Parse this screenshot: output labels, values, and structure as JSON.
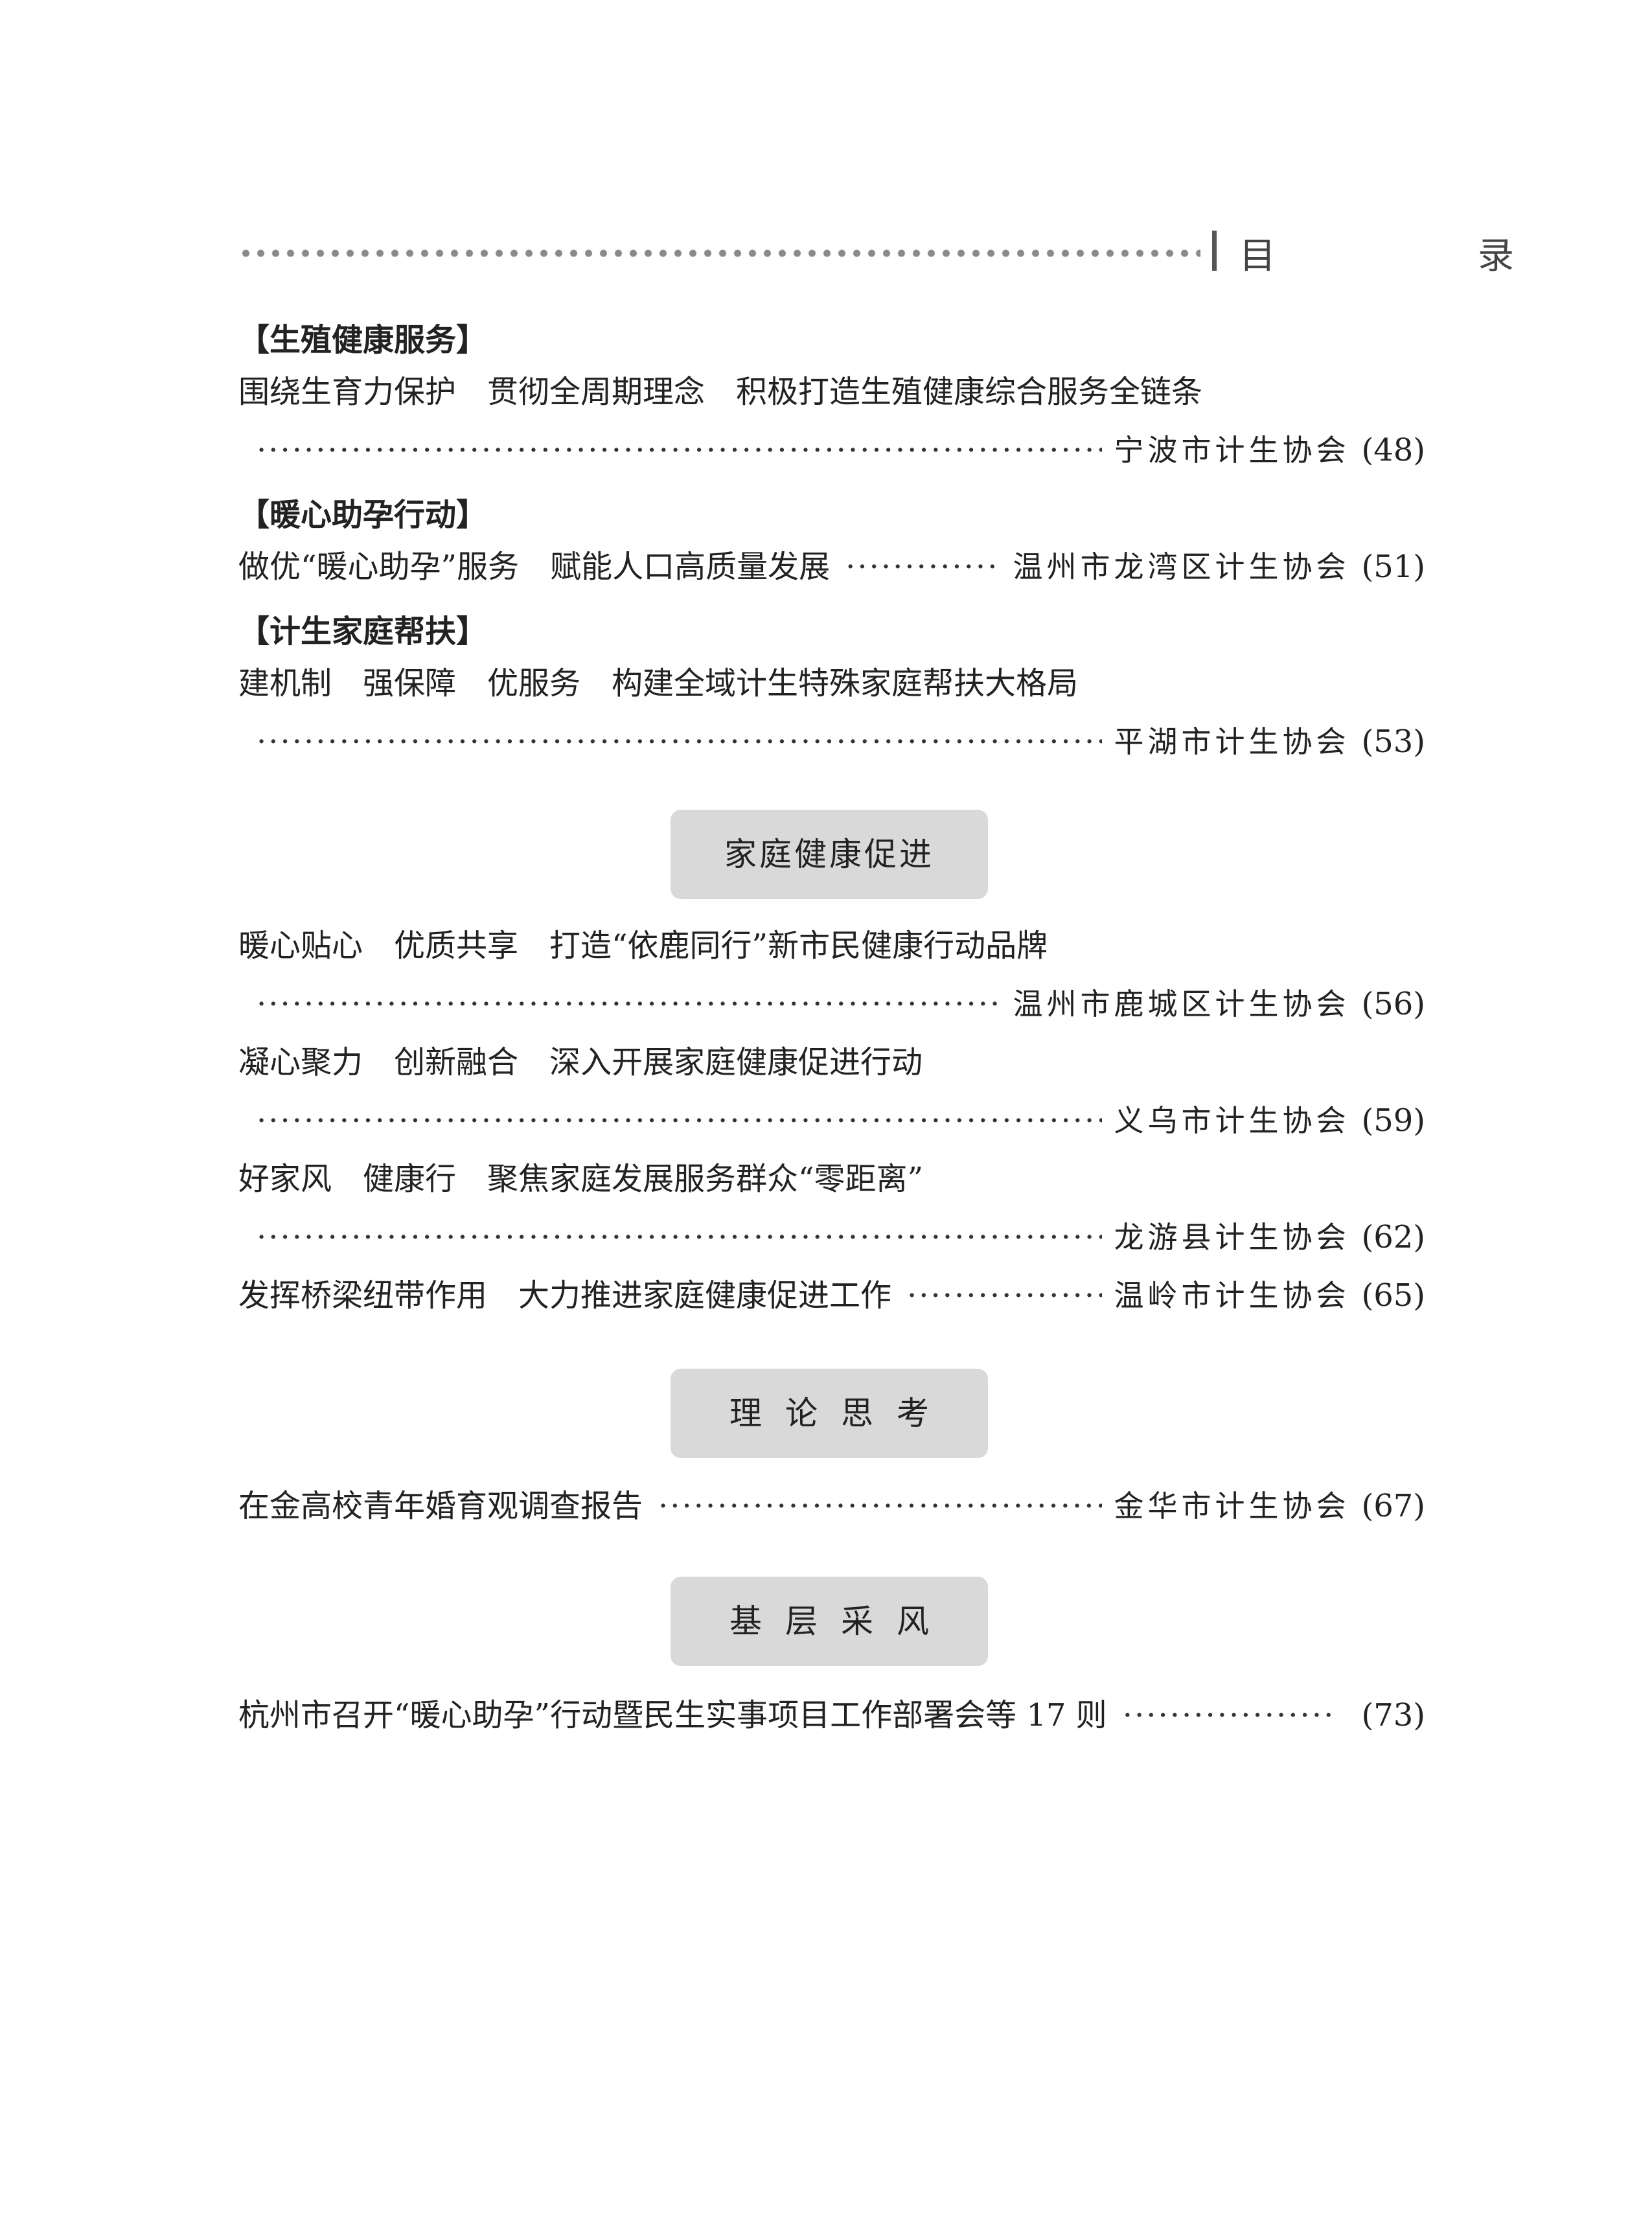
{
  "header": {
    "title": "目　录"
  },
  "sections": [
    {
      "label": "【生殖健康服务】",
      "entries": [
        {
          "title": "围绕生育力保护　贯彻全周期理念　积极打造生殖健康综合服务全链条",
          "author": "宁波市计生协会",
          "page": "(48)"
        }
      ]
    },
    {
      "label": "【暖心助孕行动】",
      "entries": [
        {
          "title": "做优“暖心助孕”服务　赋能人口高质量发展",
          "author": "温州市龙湾区计生协会",
          "page": "(51)"
        }
      ]
    },
    {
      "label": "【计生家庭帮扶】",
      "entries": [
        {
          "title": "建机制　强保障　优服务　构建全域计生特殊家庭帮扶大格局",
          "author": "平湖市计生协会",
          "page": "(53)"
        }
      ]
    }
  ],
  "banners": [
    {
      "label": "家庭健康促进",
      "entries": [
        {
          "title": "暖心贴心　优质共享　打造“依鹿同行”新市民健康行动品牌",
          "author": "温州市鹿城区计生协会",
          "page": "(56)"
        },
        {
          "title": "凝心聚力　创新融合　深入开展家庭健康促进行动",
          "author": "义乌市计生协会",
          "page": "(59)"
        },
        {
          "title": "好家风　健康行　聚焦家庭发展服务群众“零距离”",
          "author": "龙游县计生协会",
          "page": "(62)"
        },
        {
          "title": "发挥桥梁纽带作用　大力推进家庭健康促进工作",
          "author": "温岭市计生协会",
          "page": "(65)"
        }
      ]
    },
    {
      "label": "理论思考",
      "entries": [
        {
          "title": "在金高校青年婚育观调查报告",
          "author": "金华市计生协会",
          "page": "(67)"
        }
      ]
    },
    {
      "label": "基层采风",
      "entries": [
        {
          "title": "杭州市召开“暖心助孕”行动暨民生实事项目工作部署会等 17 则",
          "author": "",
          "page": "(73)"
        }
      ]
    }
  ],
  "leader_text": "··························································································································"
}
